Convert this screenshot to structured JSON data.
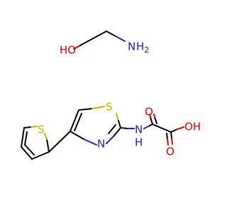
{
  "molecule": {
    "ethanolamine": {
      "ho": "HO",
      "n": "N",
      "h2": "H2"
    },
    "main": {
      "thiophene_s": "S",
      "thiazole_s": "S",
      "thiazole_n": "N",
      "amide_n": "N",
      "amide_h": "H",
      "carbonyl_o1": "O",
      "carbonyl_o2": "O",
      "acid_oh": "OH"
    }
  },
  "colors": {
    "bond": "#000000",
    "sulfur": "#c8b400",
    "nitrogen": "#2020d8",
    "oxygen": "#e00000"
  }
}
